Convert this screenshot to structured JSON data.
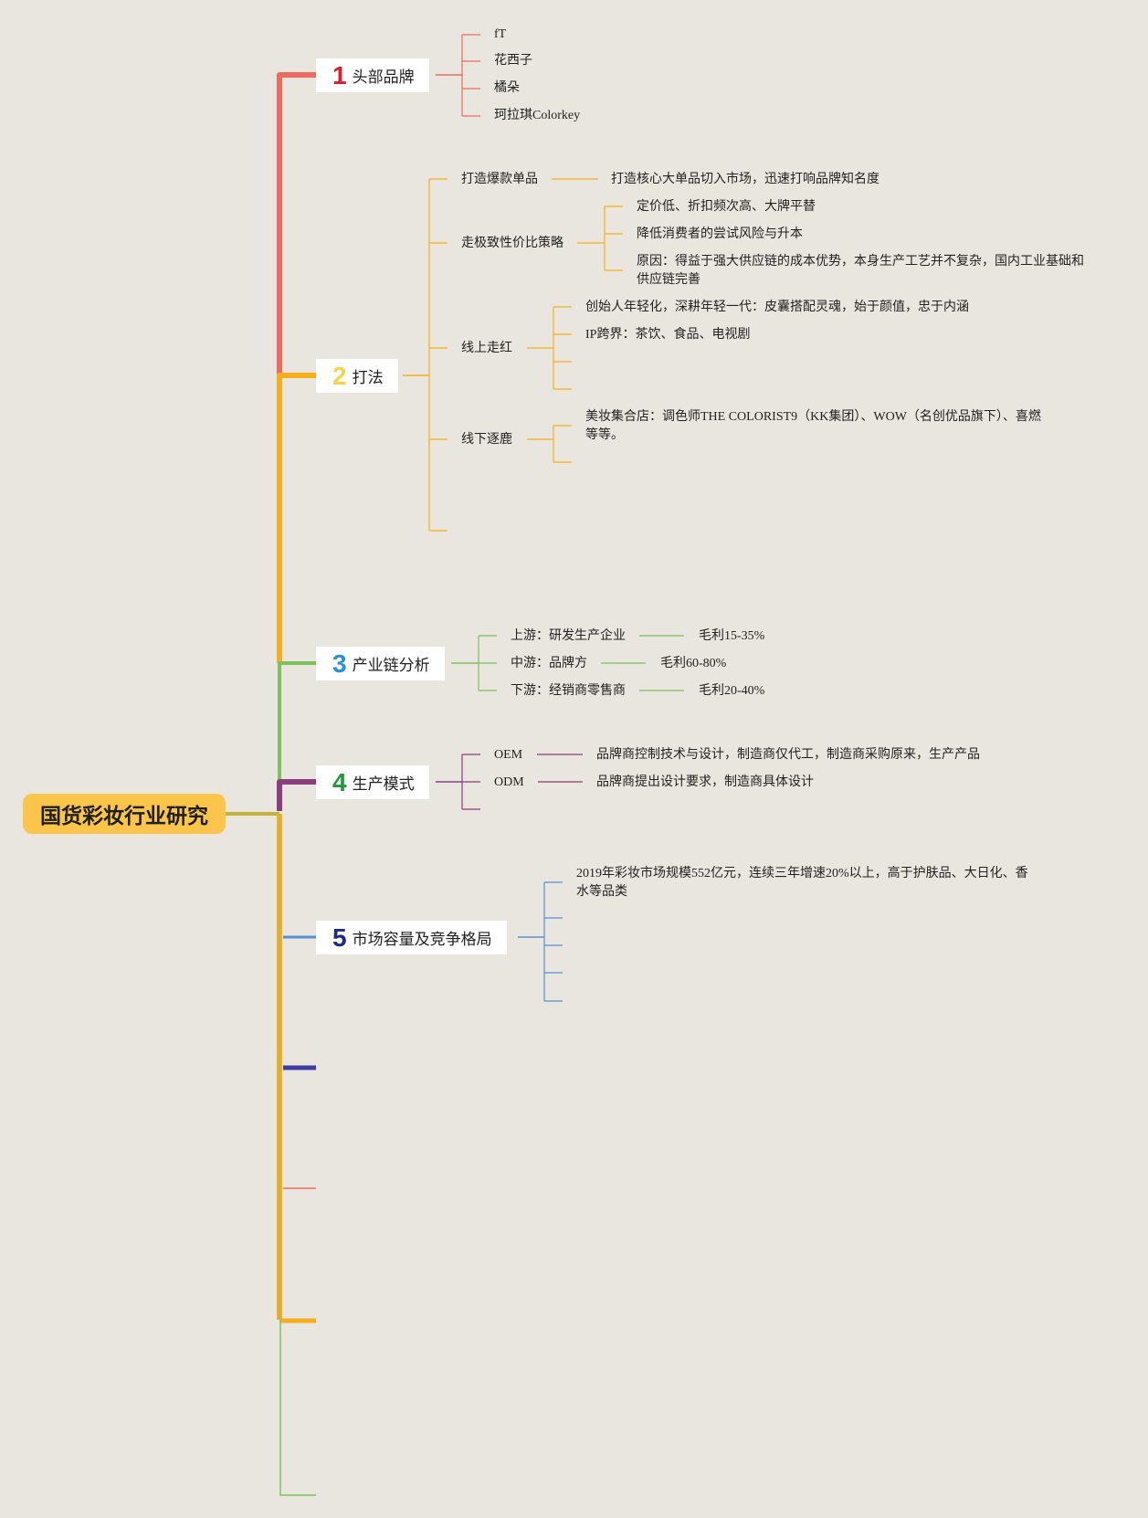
{
  "root": {
    "label": "国货彩妆行业研究"
  },
  "colors": {
    "root_fill": "#fbc54b",
    "branch1": "#ee6b5e",
    "branch2": "#f7ae1c",
    "branch3": "#7cc159",
    "branch4": "#8b3d7e",
    "branch5": "#5a8fd1",
    "branch6": "#3f3ea0",
    "num1": "#d4202d",
    "num2": "#f3d44b",
    "num3": "#2a90d8",
    "num4": "#229a3c",
    "num5": "#1f2a80"
  },
  "topics": [
    {
      "num": "1",
      "label": "头部品牌"
    },
    {
      "num": "2",
      "label": "打法"
    },
    {
      "num": "3",
      "label": "产业链分析"
    },
    {
      "num": "4",
      "label": "生产模式"
    },
    {
      "num": "5",
      "label": "市场容量及竞争格局"
    }
  ],
  "brands": [
    "fT",
    "花西子",
    "橘朵",
    "珂拉琪Colorkey"
  ],
  "strategy": {
    "hit": {
      "label": "打造爆款单品",
      "detail": "打造核心大单品切入市场，迅速打响品牌知名度"
    },
    "value": {
      "label": "走极致性价比策略",
      "items": [
        "定价低、折扣频次高、大牌平替",
        "降低消费者的尝试风险与升本",
        "原因：得益于强大供应链的成本优势，本身生产工艺并不复杂，国内工业基础和供应链完善"
      ]
    },
    "online": {
      "label": "线上走红",
      "items": [
        "创始人年轻化，深耕年轻一代：皮囊搭配灵魂，始于颜值，忠于内涵",
        "IP跨界：茶饮、食品、电视剧"
      ]
    },
    "offline": {
      "label": "线下逐鹿",
      "items": [
        "美妆集合店：调色师THE COLORIST9（KK集团）、WOW（名创优品旗下）、喜燃等等。"
      ]
    }
  },
  "chain": [
    {
      "label": "上游：研发生产企业",
      "margin": "毛利15-35%"
    },
    {
      "label": "中游：品牌方",
      "margin": "毛利60-80%"
    },
    {
      "label": "下游：经销商零售商",
      "margin": "毛利20-40%"
    }
  ],
  "production": [
    {
      "label": "OEM",
      "detail": "品牌商控制技术与设计，制造商仅代工，制造商采购原来，生产产品"
    },
    {
      "label": "ODM",
      "detail": "品牌商提出设计要求，制造商具体设计"
    }
  ],
  "market": {
    "items": [
      "2019年彩妆市场规模552亿元，连续三年增速20%以上，高于护肤品、大日化、香水等品类"
    ]
  }
}
